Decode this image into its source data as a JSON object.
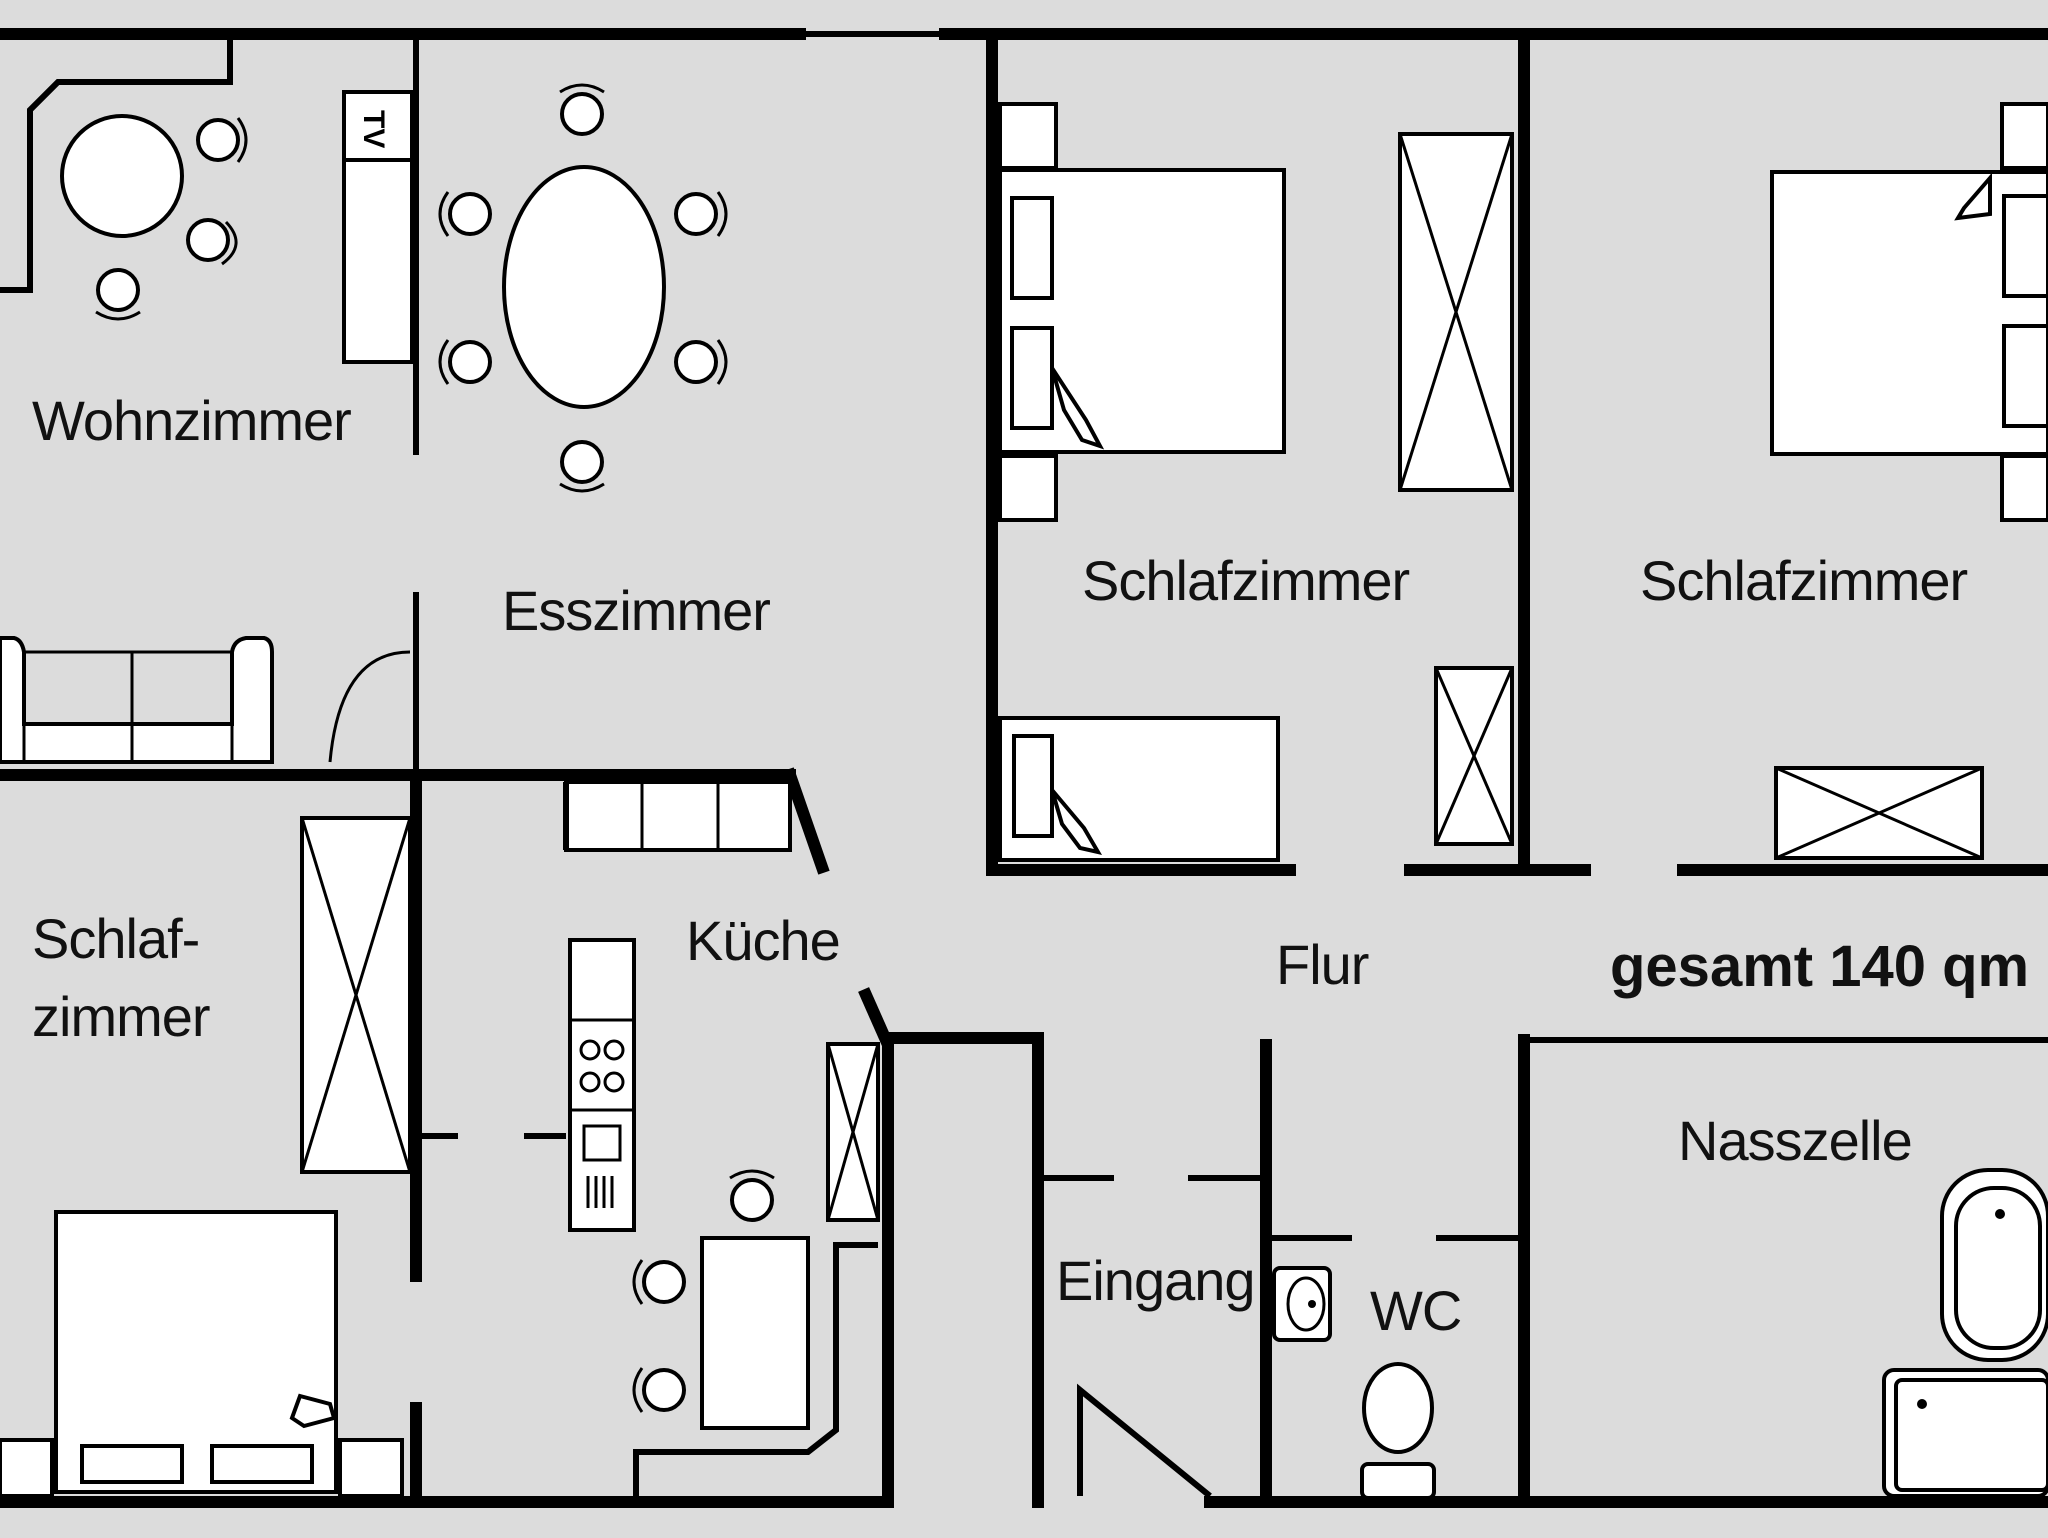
{
  "rooms": {
    "wohnzimmer": "Wohnzimmer",
    "esszimmer": "Esszimmer",
    "schlafzimmer_1": "Schlafzimmer",
    "schlafzimmer_2": "Schlafzimmer",
    "schlafzimmer_3_line1": "Schlaf-",
    "schlafzimmer_3_line2": "zimmer",
    "kueche": "Küche",
    "flur": "Flur",
    "eingang": "Eingang",
    "wc": "WC",
    "nasszelle": "Nasszelle"
  },
  "total_area": "gesamt 140 qm",
  "tv_label": "TV"
}
